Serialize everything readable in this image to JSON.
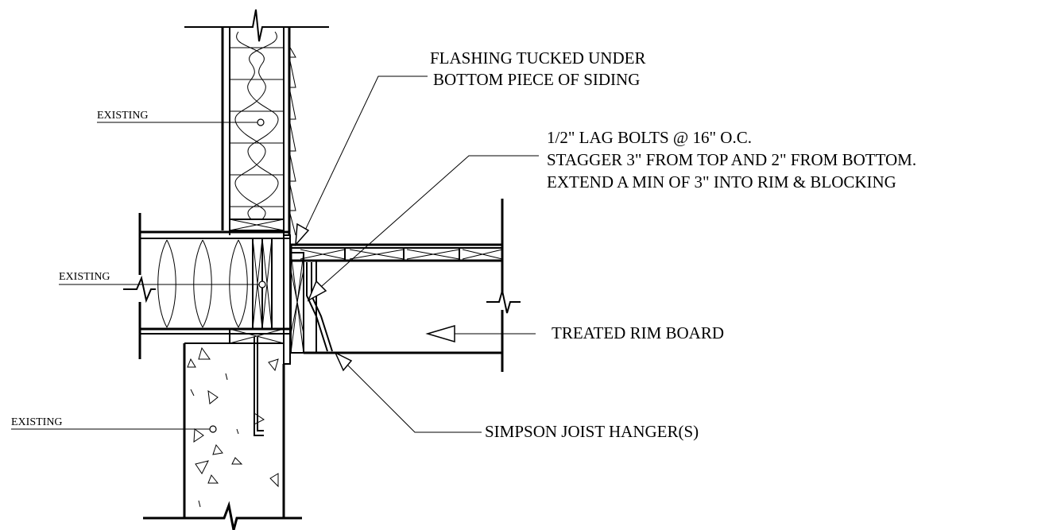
{
  "callouts": {
    "existing_wall": "EXISTING",
    "existing_floor": "EXISTING",
    "existing_foundation": "EXISTING",
    "flashing_line1": "FLASHING TUCKED UNDER",
    "flashing_line2": "BOTTOM PIECE OF SIDING",
    "lag_line1": "1/2\" LAG BOLTS @ 16\" O.C.",
    "lag_line2": "STAGGER 3\" FROM TOP AND 2\" FROM BOTTOM.",
    "lag_line3": "EXTEND A MIN OF 3\" INTO RIM & BLOCKING",
    "rim_board": "TREATED RIM BOARD",
    "joist_hanger": "SIMPSON JOIST HANGER(S)"
  }
}
